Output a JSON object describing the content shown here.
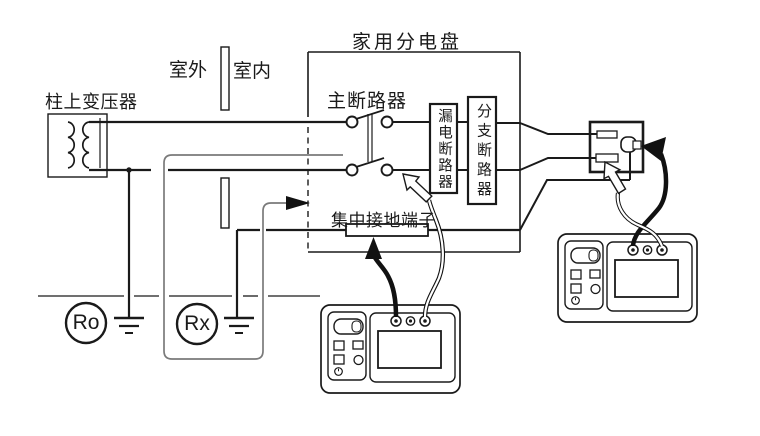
{
  "figure": {
    "background": "#ffffff",
    "line_color": "#1a1a1a",
    "probe_wire_color": "#7a7a7a",
    "description_type": "earth-resistance measurement wiring diagram"
  },
  "labels": {
    "transformer": "柱上变压器",
    "outdoor": "室外",
    "indoor": "室内",
    "panel": "家用分电盘",
    "main_breaker": "主断路器",
    "leakage_breaker": "漏电断路器",
    "branch_breaker": "分支断路器",
    "ground_terminal": "集中接地端子",
    "r_zero": "Ro",
    "r_x": "Rx"
  }
}
